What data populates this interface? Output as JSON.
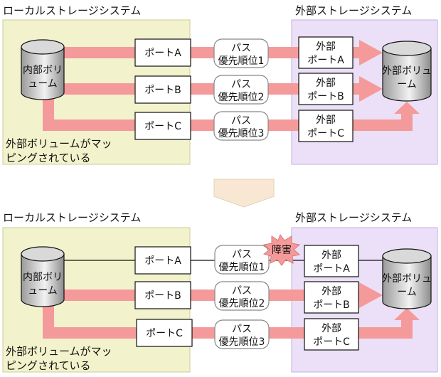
{
  "scenarios": [
    {
      "local_label": "ローカルストレージシステム",
      "external_label": "外部ストレージシステム",
      "internal_volume": [
        "内部ボリ",
        "ューム"
      ],
      "external_volume": [
        "外部ボリュ",
        "ーム"
      ],
      "mapping_note": [
        "外部ボリュームがマッ",
        "ピングされている"
      ],
      "local_ports": [
        "ポートA",
        "ポートB",
        "ポートC"
      ],
      "paths": [
        [
          "パス",
          "優先順位1"
        ],
        [
          "パス",
          "優先順位2"
        ],
        [
          "パス",
          "優先順位3"
        ]
      ],
      "external_ports": [
        [
          "外部",
          "ポートA"
        ],
        [
          "外部",
          "ポートB"
        ],
        [
          "外部",
          "ポートC"
        ]
      ]
    },
    {
      "local_label": "ローカルストレージシステム",
      "external_label": "外部ストレージシステム",
      "internal_volume": [
        "内部ボリ",
        "ューム"
      ],
      "external_volume": [
        "外部ボリュ",
        "ーム"
      ],
      "mapping_note": [
        "外部ボリュームがマッ",
        "ピングされている"
      ],
      "local_ports": [
        "ポートA",
        "ポートB",
        "ポートC"
      ],
      "paths": [
        [
          "パス",
          "優先順位1"
        ],
        [
          "パス",
          "優先順位2"
        ],
        [
          "パス",
          "優先順位3"
        ]
      ],
      "external_ports": [
        [
          "外部",
          "ポートA"
        ],
        [
          "外部",
          "ポートB"
        ],
        [
          "外部",
          "ポートC"
        ]
      ],
      "failure_label": "障害"
    }
  ],
  "colors": {
    "local_bg": "#f2f2cc",
    "local_border": "#cccc99",
    "external_bg": "#ebe0f7",
    "external_border": "#bfb0dc",
    "path_arrow": "#f59a9a",
    "transition_arrow": "#f8e8d3",
    "failure_fill": "#f59a9a"
  }
}
